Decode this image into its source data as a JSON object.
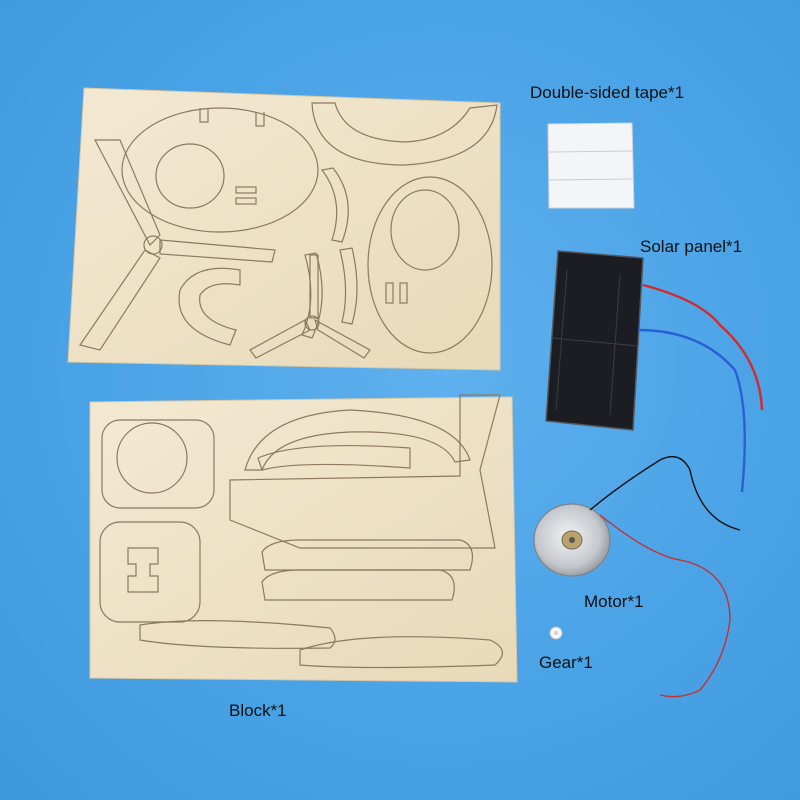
{
  "labels": {
    "tape": "Double-sided tape*1",
    "solar": "Solar panel*1",
    "motor": "Motor*1",
    "gear": "Gear*1",
    "block": "Block*1"
  },
  "colors": {
    "background": "#4aa3e6",
    "wood": "#efe3c8",
    "cut_line": "#8a7a62",
    "solar_panel": "#1c1d22",
    "wire_red": "#d42a2a",
    "wire_blue": "#2a5fd4",
    "motor_body": "#c9cbd0"
  }
}
